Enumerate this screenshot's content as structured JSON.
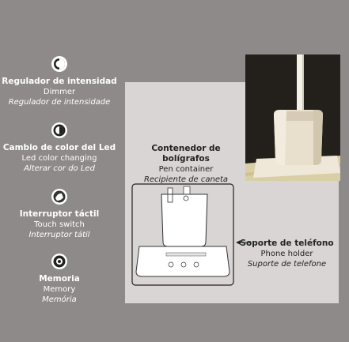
{
  "features": [
    {
      "es": "Regulador de intensidad",
      "en": "Dimmer",
      "pt": "Regulador de intensidade",
      "icon": "dimmer-icon"
    },
    {
      "es": "Cambio de color del Led",
      "en": "Led color changing",
      "pt": "Alterar cor do Led",
      "icon": "color-change-icon"
    },
    {
      "es": "Interruptor táctil",
      "en": "Touch switch",
      "pt": "Interruptor tátil",
      "icon": "touch-switch-icon"
    },
    {
      "es": "Memoria",
      "en": "Memory",
      "pt": "Memória",
      "icon": "memory-icon"
    }
  ],
  "pen_container": {
    "es": "Contenedor de bolígrafos",
    "en": "Pen container",
    "pt": "Recipiente de caneta"
  },
  "phone_holder": {
    "es": "Soporte de teléfono",
    "en": "Phone holder",
    "pt": "Suporte de telefone"
  },
  "colors": {
    "background": "#8d8a89",
    "panel": "#d8d5d4",
    "product": "#e8e0d0"
  }
}
